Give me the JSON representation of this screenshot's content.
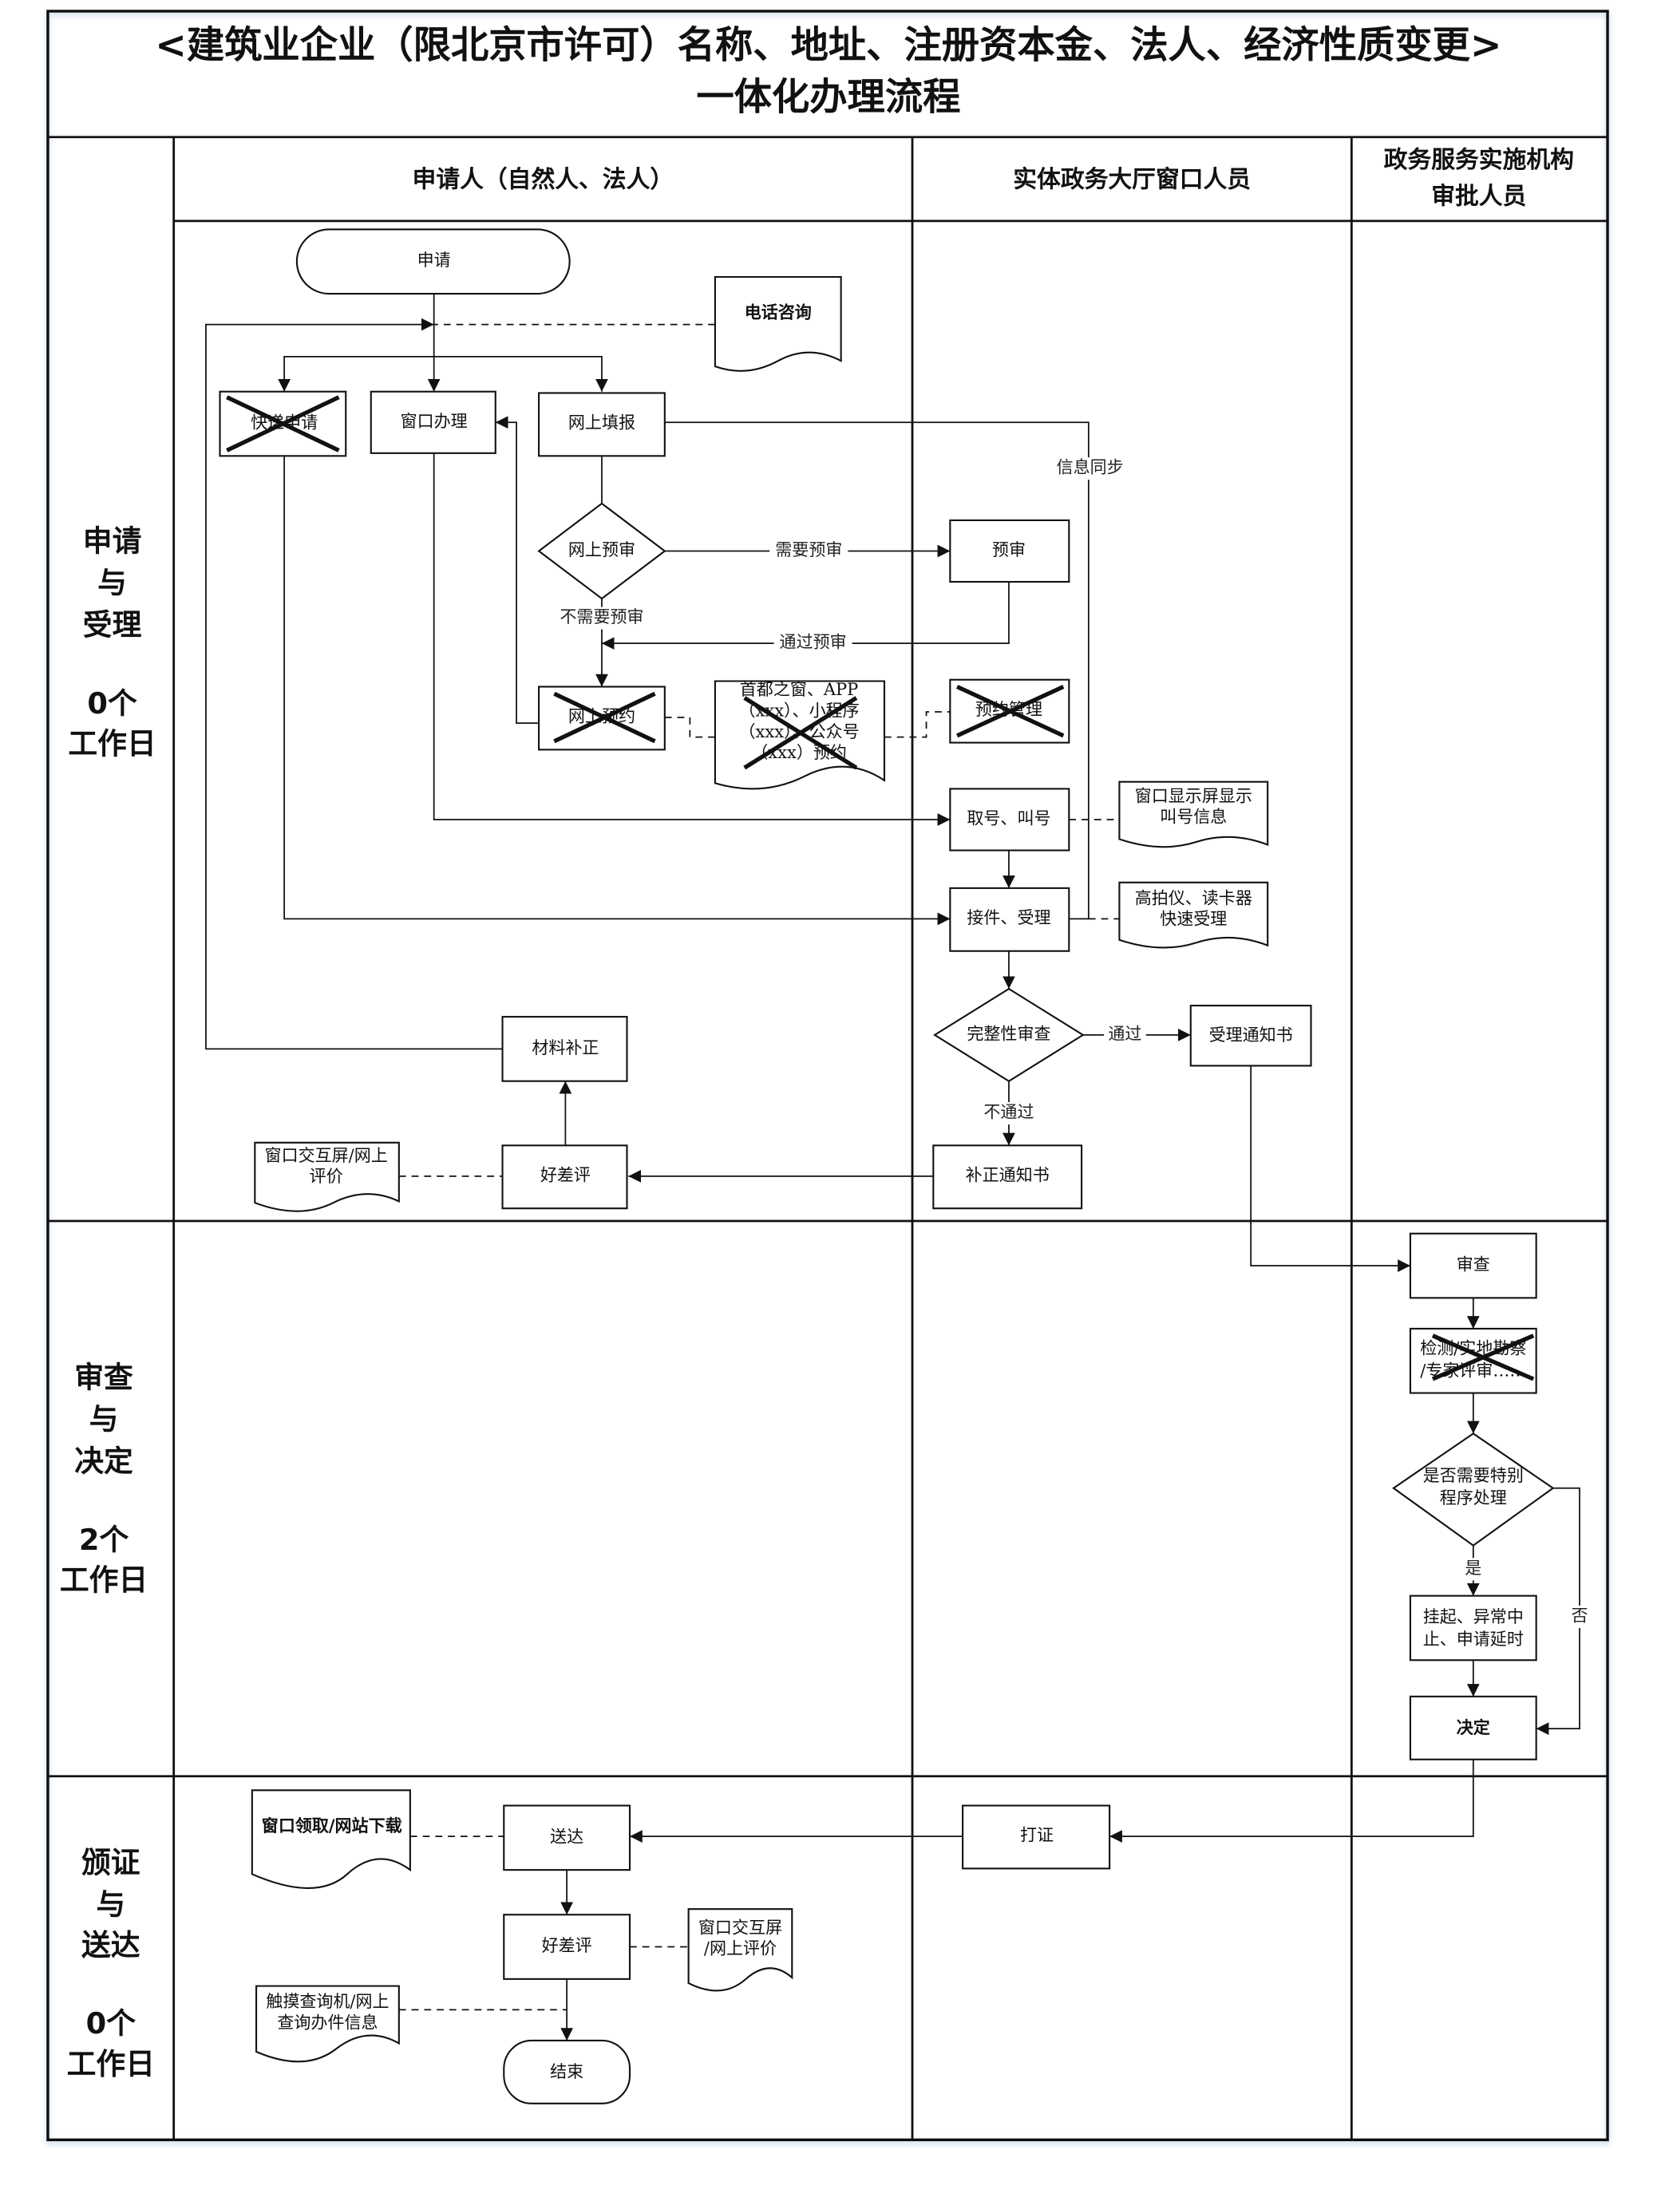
{
  "title": {
    "line1": "<建筑业企业（限北京市许可）名称、地址、注册资本金、法人、经济性质变更>",
    "line2": "一体化办理流程"
  },
  "lanes": {
    "applicant": "申请人（自然人、法人）",
    "window_staff": "实体政务大厅窗口人员",
    "approver_line1": "政务服务实施机构",
    "approver_line2": "审批人员"
  },
  "phases": [
    {
      "name_lines": [
        "申请",
        "与",
        "受理"
      ],
      "days_lines": [
        "0个",
        "工作日"
      ]
    },
    {
      "name_lines": [
        "审查",
        "与",
        "决定"
      ],
      "days_lines": [
        "2个",
        "工作日"
      ]
    },
    {
      "name_lines": [
        "颁证",
        "与",
        "送达"
      ],
      "days_lines": [
        "0个",
        "工作日"
      ]
    }
  ],
  "nodes": {
    "apply": "申请",
    "phone_consult": "电话咨询",
    "express_apply": "快递申请",
    "window_handle": "窗口办理",
    "online_fill": "网上填报",
    "online_precheck": "网上预审",
    "precheck": "预审",
    "online_appointment": "网上预约",
    "appointment_channels": [
      "首都之窗、APP",
      "（xxx）、小程序",
      "（xxx）、公众号",
      "（xxx）预约"
    ],
    "appointment_mgmt": "预约管理",
    "take_number": "取号、叫号",
    "window_screen": [
      "窗口显示屏显示",
      "叫号信息"
    ],
    "receive_accept": "接件、受理",
    "scanner": [
      "高拍仪、读卡器",
      "快速受理"
    ],
    "completeness_check": "完整性审查",
    "acceptance_notice": "受理通知书",
    "correction_notice": "补正通知书",
    "material_correction": "材料补正",
    "rating_1": "好差评",
    "rating_screen_1": [
      "窗口交互屏/网上",
      "评价"
    ],
    "review": "审查",
    "inspection": [
      "检测/实地勘察",
      "/专家评审……"
    ],
    "special_procedure": [
      "是否需要特别",
      "程序处理"
    ],
    "suspend": [
      "挂起、异常中",
      "止、申请延时"
    ],
    "decision": "决定",
    "print_cert": "打证",
    "deliver": "送达",
    "pickup_download": "窗口领取/网站下载",
    "rating_2": "好差评",
    "rating_screen_2": [
      "窗口交互屏",
      "/网上评价"
    ],
    "query_info": [
      "触摸查询机/网上",
      "查询办件信息"
    ],
    "end": "结束"
  },
  "edge_labels": {
    "need_precheck": "需要预审",
    "no_precheck": "不需要预审",
    "pass_precheck": "通过预审",
    "info_sync": "信息同步",
    "pass": "通过",
    "fail": "不通过",
    "yes": "是",
    "no": "否"
  },
  "struck_out_nodes": [
    "快递申请",
    "网上预约",
    "首都之窗、APP（xxx）、小程序（xxx）、公众号（xxx）预约",
    "预约管理",
    "检测/实地勘察/专家评审……"
  ]
}
